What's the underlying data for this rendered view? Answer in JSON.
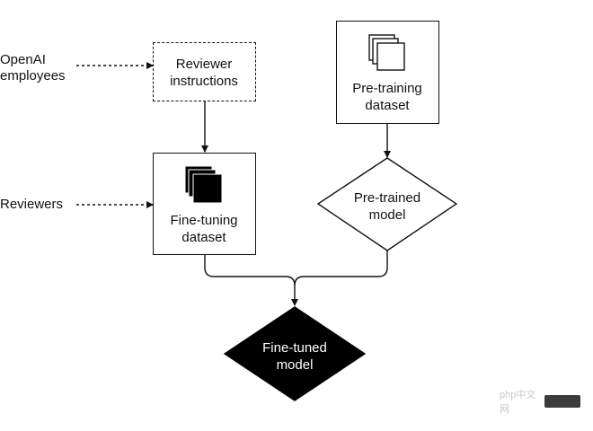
{
  "sources": {
    "openai_employees": [
      "OpenAI",
      "employees"
    ],
    "reviewers": "Reviewers"
  },
  "nodes": {
    "reviewer_instructions": [
      "Reviewer",
      "instructions"
    ],
    "pretraining_dataset": [
      "Pre-training",
      "dataset"
    ],
    "finetuning_dataset": [
      "Fine-tuning",
      "dataset"
    ],
    "pretrained_model": [
      "Pre-trained",
      "model"
    ],
    "finetuned_model": [
      "Fine-tuned",
      "model"
    ]
  },
  "watermark": "php中文网",
  "colors": {
    "stroke": "#111111",
    "dark_fill": "#000000",
    "background": "#ffffff"
  }
}
